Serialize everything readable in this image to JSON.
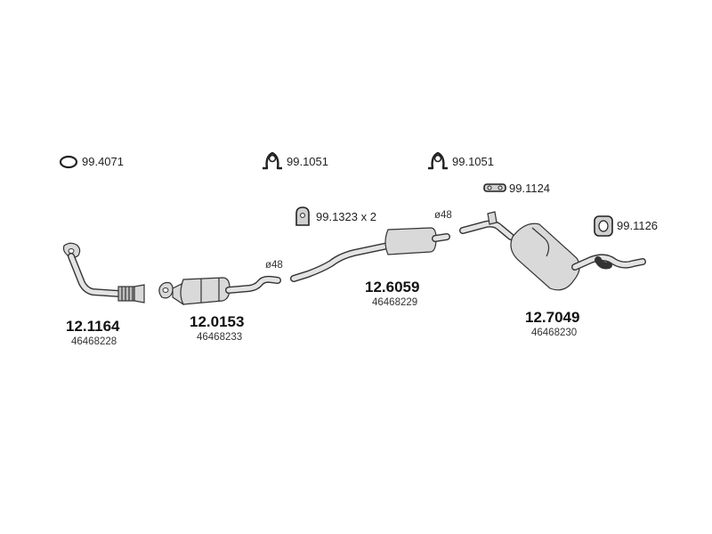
{
  "accessories": {
    "gasket_ring": "99.4071",
    "clamp_1": "99.1051",
    "clamp_2": "99.1051",
    "hanger_1124": "99.1124",
    "rubber_mount": "99.1323 x 2",
    "hanger_1126": "99.1126"
  },
  "parts": [
    {
      "ref": "12.1164",
      "oem": "46468228"
    },
    {
      "ref": "12.0153",
      "oem": "46468233"
    },
    {
      "ref": "12.6059",
      "oem": "46468229"
    },
    {
      "ref": "12.7049",
      "oem": "46468230"
    }
  ],
  "dimensions": {
    "diameter_1": "ø48",
    "diameter_2": "ø48"
  }
}
